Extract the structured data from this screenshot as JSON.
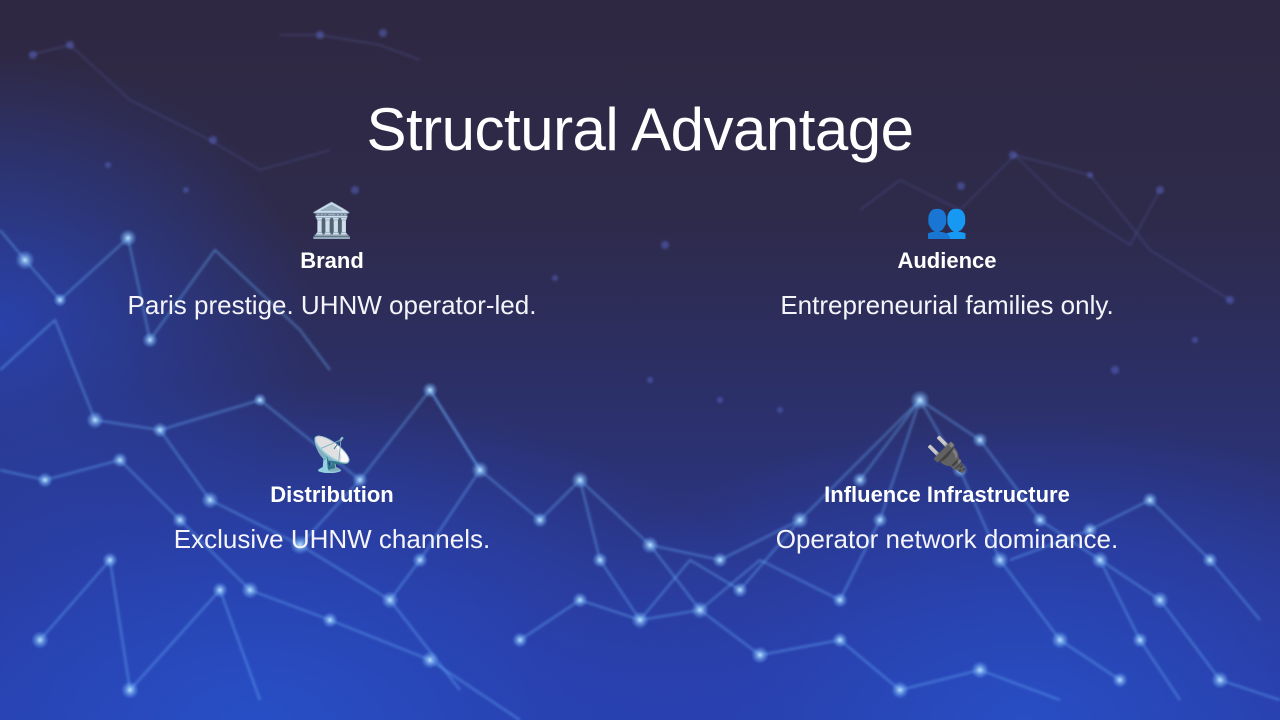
{
  "slide": {
    "title": "Structural Advantage",
    "cards": [
      {
        "icon": "🏛️",
        "icon_name": "classical-building-icon",
        "heading": "Brand",
        "description": "Paris prestige. UHNW operator-led."
      },
      {
        "icon": "👥",
        "icon_name": "busts-in-silhouette-icon",
        "heading": "Audience",
        "description": "Entrepreneurial families only."
      },
      {
        "icon": "📡",
        "icon_name": "satellite-antenna-icon",
        "heading": "Distribution",
        "description": "Exclusive UHNW channels."
      },
      {
        "icon": "🔌",
        "icon_name": "electric-plug-icon",
        "heading": "Influence Infrastructure",
        "description": "Operator network dominance."
      }
    ]
  },
  "colors": {
    "background_top": "#2e2843",
    "background_bottom": "#2a3a9c",
    "network_glow": "#7fc8ff",
    "text": "#ffffff"
  }
}
